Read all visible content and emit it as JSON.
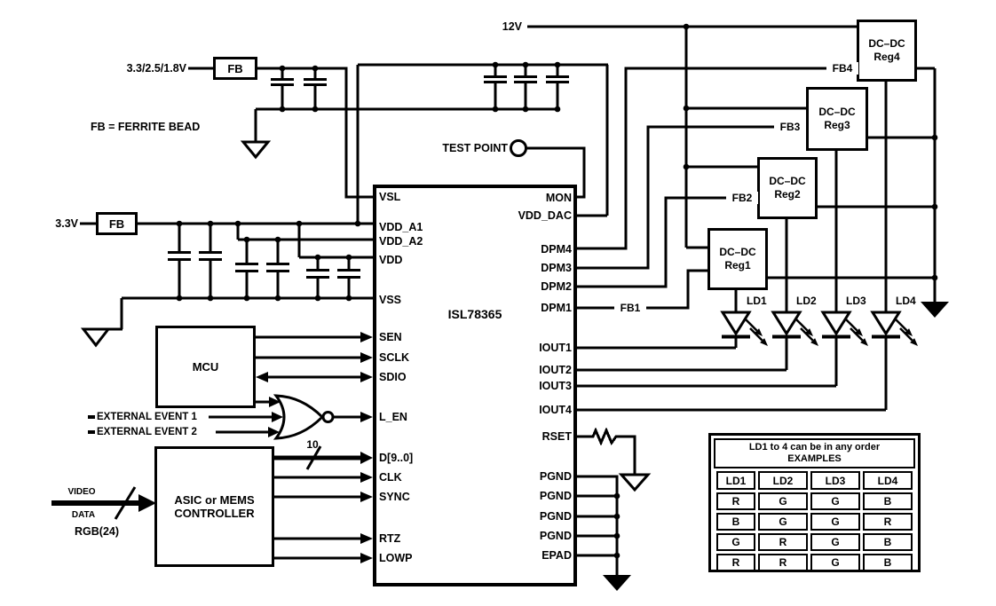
{
  "colors": {
    "ink": "#000000",
    "bg": "#ffffff"
  },
  "supply_rail_1": {
    "label": "3.3/2.5/1.8V",
    "fb": "FB"
  },
  "supply_rail_2": {
    "label": "3.3V",
    "fb": "FB"
  },
  "fb_note": "FB = FERRITE BEAD",
  "rail_12v": "12V",
  "test_point": "TEST POINT",
  "ic": {
    "name": "ISL78365",
    "left_pins": [
      "VSL",
      "VDD_A1",
      "VDD_A2",
      "VDD",
      "VSS",
      "SEN",
      "SCLK",
      "SDIO",
      "L_EN",
      "D[9..0]",
      "CLK",
      "SYNC",
      "RTZ",
      "LOWP"
    ],
    "right_pins": [
      "MON",
      "VDD_DAC",
      "DPM4",
      "DPM3",
      "DPM2",
      "DPM1",
      "IOUT1",
      "IOUT2",
      "IOUT3",
      "IOUT4",
      "RSET",
      "PGND",
      "PGND",
      "PGND",
      "PGND",
      "EPAD"
    ]
  },
  "mcu": {
    "label": "MCU"
  },
  "external_events": [
    "EXTERNAL EVENT 1",
    "EXTERNAL EVENT 2"
  ],
  "asic": {
    "line1": "ASIC or MEMS",
    "line2": "CONTROLLER"
  },
  "video_bus": {
    "line1": "VIDEO",
    "line2": "DATA",
    "format": "RGB(24)",
    "data_bus_width": "10"
  },
  "regulators": [
    {
      "line1": "DC–DC",
      "line2": "Reg1"
    },
    {
      "line1": "DC–DC",
      "line2": "Reg2"
    },
    {
      "line1": "DC–DC",
      "line2": "Reg3"
    },
    {
      "line1": "DC–DC",
      "line2": "Reg4"
    }
  ],
  "feedback_labels": [
    "FB1",
    "FB2",
    "FB3",
    "FB4"
  ],
  "laser_diodes": [
    "LD1",
    "LD2",
    "LD3",
    "LD4"
  ],
  "table": {
    "title_line1": "LD1 to 4 can be in any order",
    "title_line2": "EXAMPLES",
    "headers": [
      "LD1",
      "LD2",
      "LD3",
      "LD4"
    ],
    "rows": [
      [
        "R",
        "G",
        "G",
        "B"
      ],
      [
        "B",
        "G",
        "G",
        "R"
      ],
      [
        "G",
        "R",
        "G",
        "B"
      ],
      [
        "R",
        "R",
        "G",
        "B"
      ]
    ]
  }
}
